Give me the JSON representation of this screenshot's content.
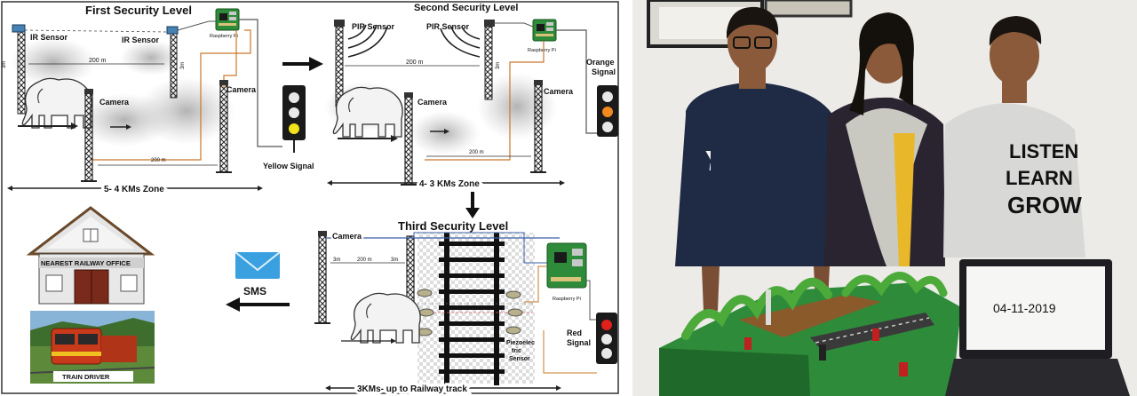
{
  "diagram": {
    "level1": {
      "title": "First Security Level",
      "sensor_left": "IR Sensor",
      "sensor_right": "IR Sensor",
      "controller": "Raspberry Pi",
      "camera_left": "Camera",
      "camera_right": "Camera",
      "height_left": "3m",
      "height_right": "3m",
      "distance_top": "200 m",
      "distance_bottom": "200 m",
      "signal": "Yellow Signal",
      "zone": "5- 4 KMs Zone"
    },
    "level2": {
      "title": "Second Security Level",
      "sensor_left": "PIR Sensor",
      "sensor_right": "PIR Sensor",
      "controller": "Raspberry Pi",
      "camera_left": "Camera",
      "camera_right": "Camera",
      "height_right": "3m",
      "distance_top": "200 m",
      "distance_bottom": "200 m",
      "signal_line1": "Orange",
      "signal_line2": "Signal",
      "zone": "4- 3 KMs Zone"
    },
    "level3": {
      "title": "Third Security Level",
      "camera": "Camera",
      "height_left": "3m",
      "height_right": "3m",
      "distance": "200 m",
      "controller": "Raspberry Pi",
      "piezo_line1": "Piezoelec",
      "piezo_line2": "tric",
      "piezo_line3": "Sensor",
      "signal_line1": "Red",
      "signal_line2": "Signal",
      "zone": "3KMs- up to Railway track"
    },
    "office_label": "NEAREST RAILWAY OFFICE",
    "sms_label": "SMS",
    "driver_label": "TRAIN DRIVER"
  },
  "photo": {
    "shirt_text_line1": "LISTEN",
    "shirt_text_line2": "LEARN",
    "shirt_text_line3": "GROW",
    "laptop_date": "04-11-2019"
  },
  "colors": {
    "yellow_signal": "#f2e21a",
    "orange_signal": "#f08a1e",
    "red_signal": "#e0201a",
    "sms_envelope": "#3aa0e0",
    "raspberry_pi": "#2e8b3a",
    "orange_wire": "#c9782a"
  }
}
